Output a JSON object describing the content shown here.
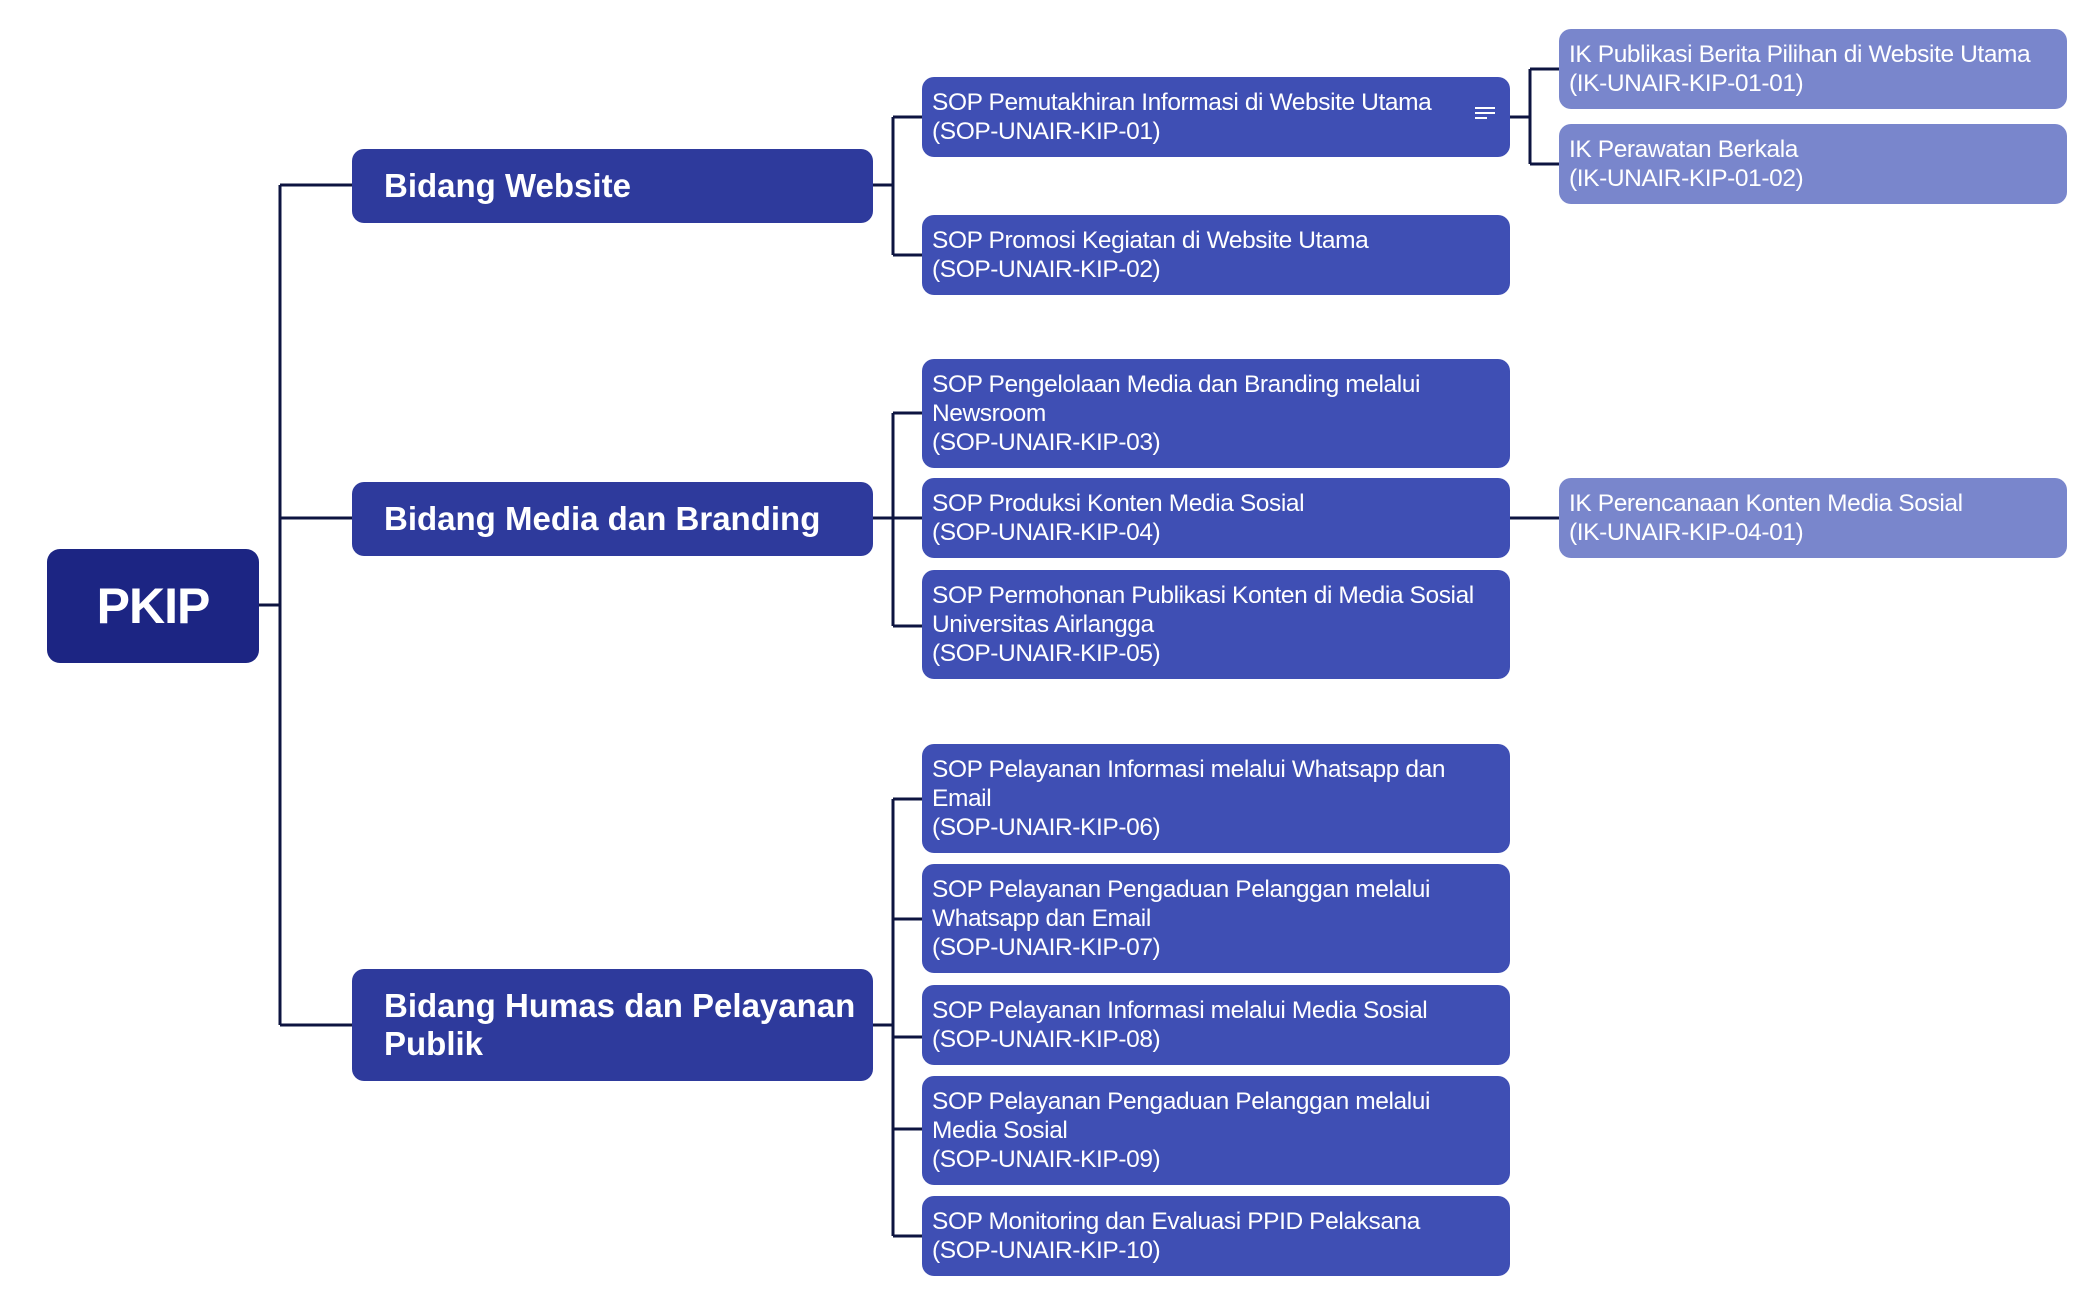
{
  "root": {
    "label": "PKIP"
  },
  "bidang": [
    {
      "label": "Bidang Website"
    },
    {
      "label": "Bidang Media dan Branding"
    },
    {
      "label_lines": [
        "Bidang Humas dan Pelayanan",
        "Publik"
      ]
    }
  ],
  "sop": [
    {
      "lines": [
        "SOP Pemutakhiran Informasi di Website Utama",
        "(SOP-UNAIR-KIP-01)"
      ]
    },
    {
      "lines": [
        "SOP Promosi Kegiatan di Website Utama",
        "(SOP-UNAIR-KIP-02)"
      ]
    },
    {
      "lines": [
        "SOP Pengelolaan Media dan Branding melalui",
        "Newsroom",
        "(SOP-UNAIR-KIP-03)"
      ]
    },
    {
      "lines": [
        "SOP Produksi Konten Media Sosial",
        "(SOP-UNAIR-KIP-04)"
      ]
    },
    {
      "lines": [
        "SOP Permohonan Publikasi Konten di Media Sosial",
        "Universitas Airlangga",
        "(SOP-UNAIR-KIP-05)"
      ]
    },
    {
      "lines": [
        "SOP Pelayanan Informasi melalui Whatsapp dan",
        "Email",
        "(SOP-UNAIR-KIP-06)"
      ]
    },
    {
      "lines": [
        "SOP Pelayanan Pengaduan Pelanggan melalui",
        "Whatsapp dan Email",
        "(SOP-UNAIR-KIP-07)"
      ]
    },
    {
      "lines": [
        "SOP Pelayanan Informasi melalui Media Sosial",
        "(SOP-UNAIR-KIP-08)"
      ]
    },
    {
      "lines": [
        "SOP Pelayanan Pengaduan Pelanggan melalui",
        "Media Sosial",
        "(SOP-UNAIR-KIP-09)"
      ]
    },
    {
      "lines": [
        "SOP Monitoring dan Evaluasi PPID Pelaksana",
        "(SOP-UNAIR-KIP-10)"
      ]
    }
  ],
  "ik": [
    {
      "lines": [
        "IK Publikasi Berita Pilihan di Website Utama",
        "(IK-UNAIR-KIP-01-01)"
      ]
    },
    {
      "lines": [
        "IK Perawatan Berkala",
        "(IK-UNAIR-KIP-01-02)"
      ]
    },
    {
      "lines": [
        "IK Perencanaan Konten Media Sosial",
        "(IK-UNAIR-KIP-04-01)"
      ]
    }
  ],
  "icons": {
    "sop_1_menu": "menu-lines-icon"
  },
  "colors": {
    "root": "#1c2583",
    "bidang": "#2e3a9c",
    "sop": "#3f4fb4",
    "ik": "#7986cc",
    "connector": "#0d1440"
  }
}
